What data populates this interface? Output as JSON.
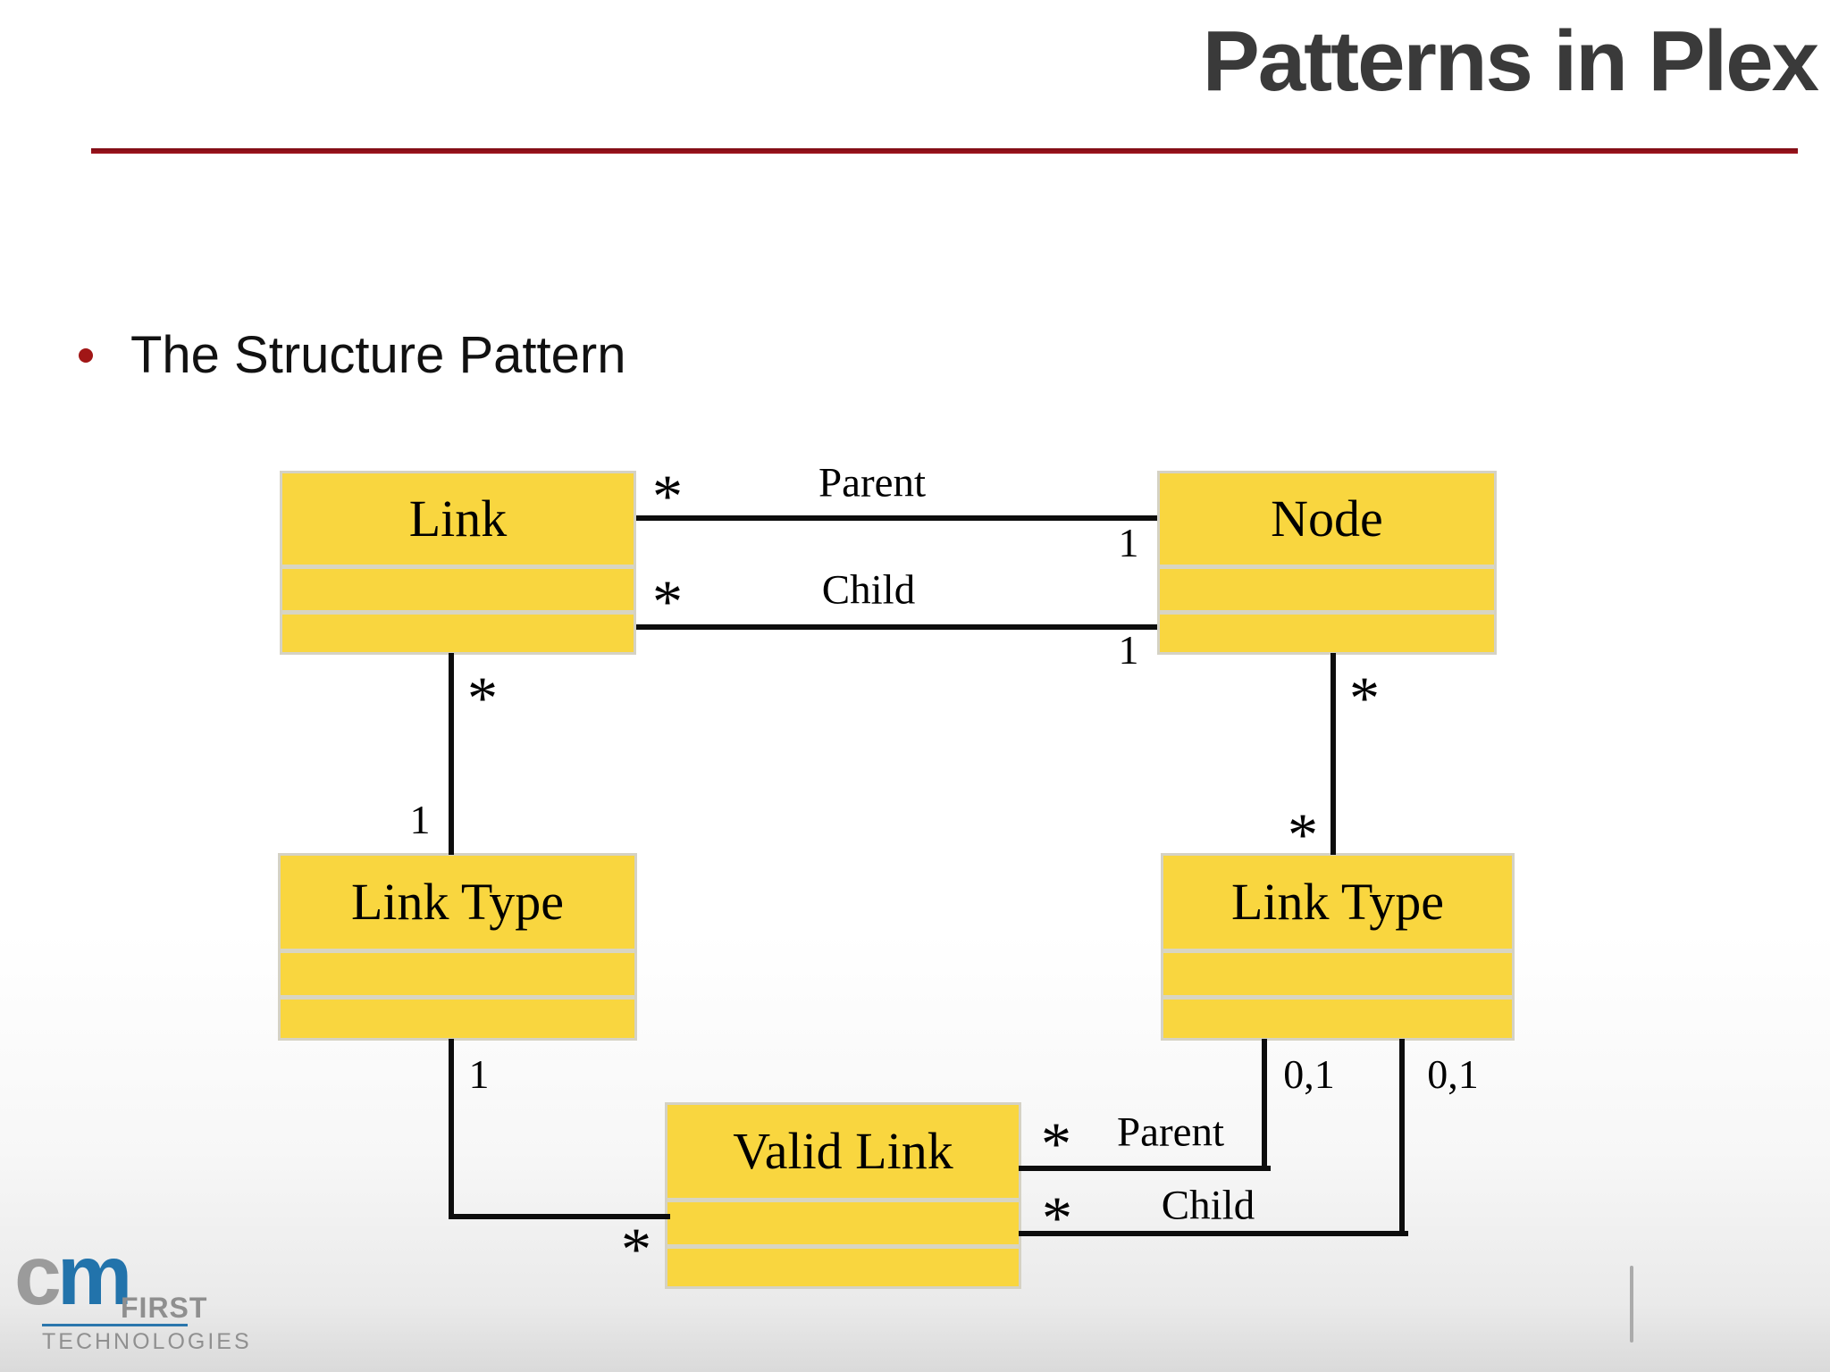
{
  "slide": {
    "title": "Patterns in Plex",
    "bullet_text": "The Structure Pattern"
  },
  "colors": {
    "accent_red": "#8c1019",
    "bullet_red": "#a11616",
    "box_yellow": "#f9d63f",
    "box_border": "#d5d2c4",
    "connector_black": "#0d0d0d",
    "title_gray": "#3a3a3a",
    "logo_blue": "#2273ab",
    "logo_gray": "#979797"
  },
  "diagram": {
    "entities": [
      {
        "id": "link",
        "label": "Link"
      },
      {
        "id": "node",
        "label": "Node"
      },
      {
        "id": "link-type-left",
        "label": "Link Type"
      },
      {
        "id": "link-type-right",
        "label": "Link Type"
      },
      {
        "id": "valid-link",
        "label": "Valid Link"
      }
    ],
    "labels": [
      {
        "id": "mult-link-parent",
        "text": "*"
      },
      {
        "id": "role-parent",
        "text": "Parent"
      },
      {
        "id": "mult-node-parent",
        "text": "1"
      },
      {
        "id": "mult-link-child",
        "text": "*"
      },
      {
        "id": "role-child",
        "text": "Child"
      },
      {
        "id": "mult-node-child",
        "text": "1"
      },
      {
        "id": "mult-link-to-linktype",
        "text": "*"
      },
      {
        "id": "mult-linktype-to-link",
        "text": "1"
      },
      {
        "id": "mult-node-to-linktype",
        "text": "*"
      },
      {
        "id": "mult-linktype-to-node",
        "text": "*"
      },
      {
        "id": "mult-linktype-to-validlink",
        "text": "1"
      },
      {
        "id": "mult-validlink-to-linktype",
        "text": "*"
      },
      {
        "id": "mult-validlink-parent",
        "text": "*"
      },
      {
        "id": "role-validlink-parent",
        "text": "Parent"
      },
      {
        "id": "mult-linktype-parent",
        "text": "0,1"
      },
      {
        "id": "mult-validlink-child",
        "text": "*"
      },
      {
        "id": "role-validlink-child",
        "text": "Child"
      },
      {
        "id": "mult-linktype-child",
        "text": "0,1"
      }
    ]
  },
  "logo": {
    "c": "c",
    "m": "m",
    "first": "FIRST",
    "technologies": "TECHNOLOGIES"
  }
}
